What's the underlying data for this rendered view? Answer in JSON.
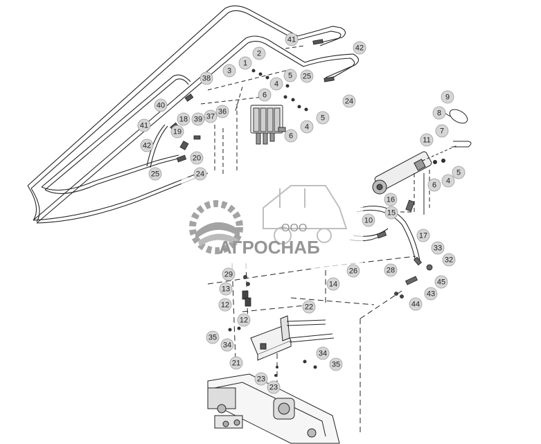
{
  "watermark": {
    "company_prefix": "ООО",
    "company_name": "АГРОСНАБ"
  },
  "callouts": [
    {
      "id": "c41a",
      "label": "41"
    },
    {
      "id": "c42a",
      "label": "42"
    },
    {
      "id": "c2",
      "label": "2"
    },
    {
      "id": "c1",
      "label": "1"
    },
    {
      "id": "c3",
      "label": "3"
    },
    {
      "id": "c5a",
      "label": "5"
    },
    {
      "id": "c25a",
      "label": "25"
    },
    {
      "id": "c4a",
      "label": "4"
    },
    {
      "id": "c24a",
      "label": "24"
    },
    {
      "id": "c6a",
      "label": "6"
    },
    {
      "id": "c38",
      "label": "38"
    },
    {
      "id": "c40",
      "label": "40"
    },
    {
      "id": "c39",
      "label": "39"
    },
    {
      "id": "c37",
      "label": "37"
    },
    {
      "id": "c36",
      "label": "36"
    },
    {
      "id": "c5b",
      "label": "5"
    },
    {
      "id": "c4b",
      "label": "4"
    },
    {
      "id": "c6b",
      "label": "6"
    },
    {
      "id": "c41b",
      "label": "41"
    },
    {
      "id": "c18",
      "label": "18"
    },
    {
      "id": "c19",
      "label": "19"
    },
    {
      "id": "c42b",
      "label": "42"
    },
    {
      "id": "c20",
      "label": "20"
    },
    {
      "id": "c25b",
      "label": "25"
    },
    {
      "id": "c24b",
      "label": "24"
    },
    {
      "id": "c9",
      "label": "9"
    },
    {
      "id": "c8",
      "label": "8"
    },
    {
      "id": "c7",
      "label": "7"
    },
    {
      "id": "c11",
      "label": "11"
    },
    {
      "id": "c5c",
      "label": "5"
    },
    {
      "id": "c4c",
      "label": "4"
    },
    {
      "id": "c6c",
      "label": "6"
    },
    {
      "id": "c16",
      "label": "16"
    },
    {
      "id": "c15",
      "label": "15"
    },
    {
      "id": "c10",
      "label": "10"
    },
    {
      "id": "c17",
      "label": "17"
    },
    {
      "id": "c33",
      "label": "33"
    },
    {
      "id": "c32",
      "label": "32"
    },
    {
      "id": "c28",
      "label": "28"
    },
    {
      "id": "c26",
      "label": "26"
    },
    {
      "id": "c14",
      "label": "14"
    },
    {
      "id": "c29",
      "label": "29"
    },
    {
      "id": "c13",
      "label": "13"
    },
    {
      "id": "c12a",
      "label": "12"
    },
    {
      "id": "c12b",
      "label": "12"
    },
    {
      "id": "c45",
      "label": "45"
    },
    {
      "id": "c43",
      "label": "43"
    },
    {
      "id": "c44",
      "label": "44"
    },
    {
      "id": "c22",
      "label": "22"
    },
    {
      "id": "c35a",
      "label": "35"
    },
    {
      "id": "c34a",
      "label": "34"
    },
    {
      "id": "c21",
      "label": "21"
    },
    {
      "id": "c34b",
      "label": "34"
    },
    {
      "id": "c35b",
      "label": "35"
    },
    {
      "id": "c23a",
      "label": "23"
    },
    {
      "id": "c23b",
      "label": "23"
    }
  ]
}
